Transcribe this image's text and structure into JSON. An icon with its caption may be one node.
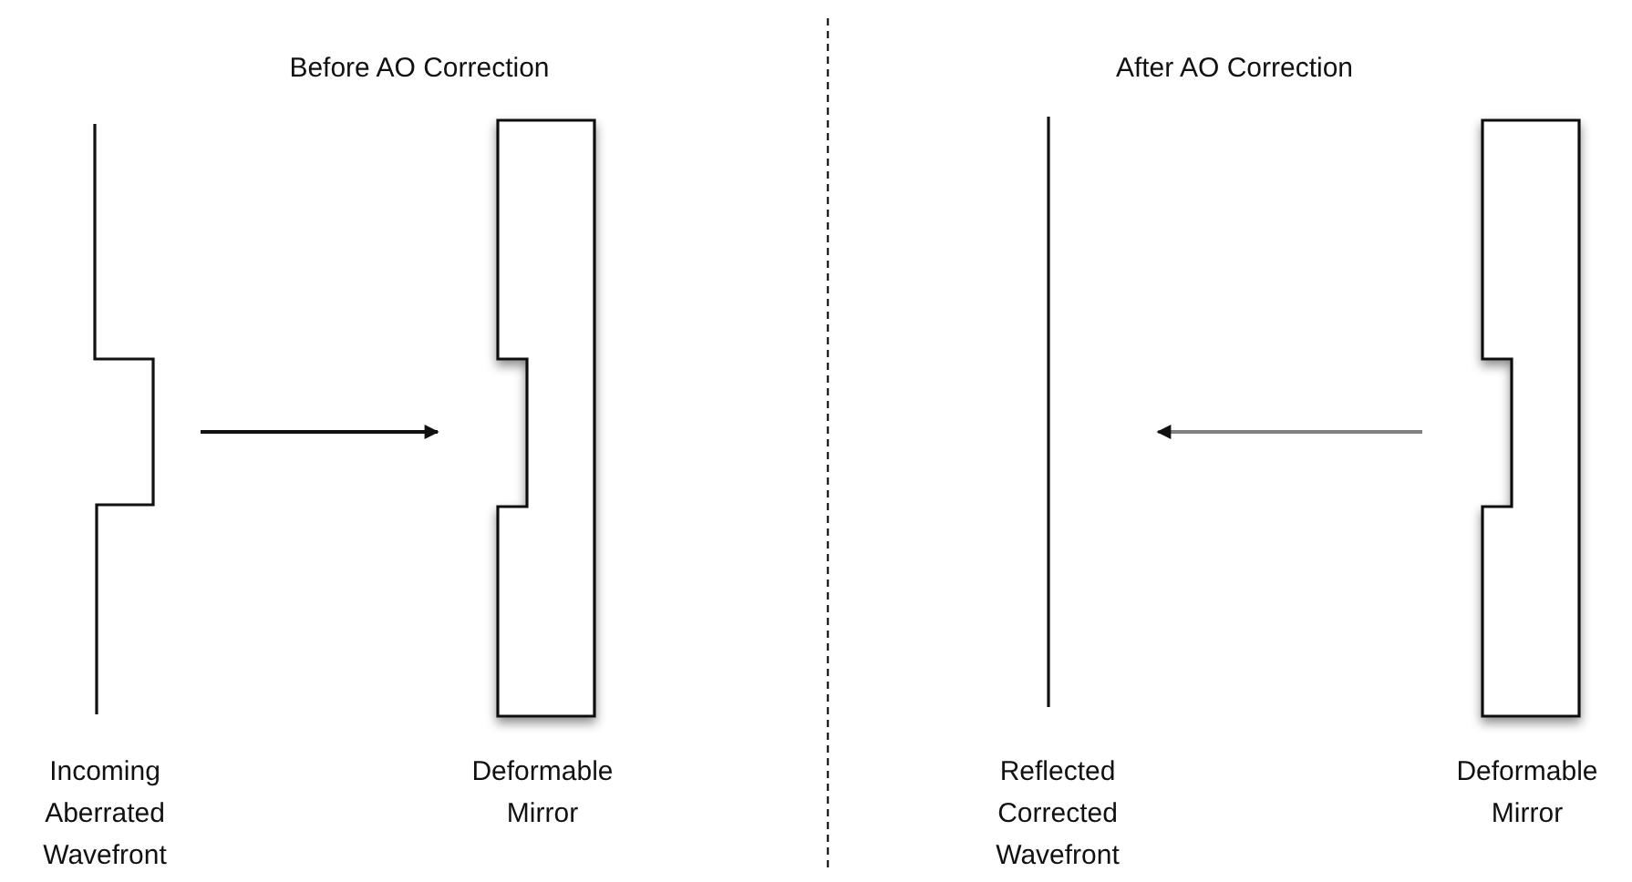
{
  "diagram": {
    "nodes": [
      {
        "text": [
          "Incoming Aberrated Wavefront"
        ]
      },
      {
        "text": [
          "Deformable Mirror"
        ]
      },
      {
        "text": [
          "Reflected Corrected Wavefront"
        ]
      },
      {
        "text": [
          "Deformable Mirror"
        ]
      }
    ],
    "edges": [
      {
        "from": 0,
        "to": 1,
        "arrow": "to"
      },
      {
        "from": 3,
        "to": 2,
        "arrow": "to",
        "color": "#808080"
      }
    ],
    "labels": [
      "Before AO Correction",
      "After AO Correction"
    ]
  }
}
